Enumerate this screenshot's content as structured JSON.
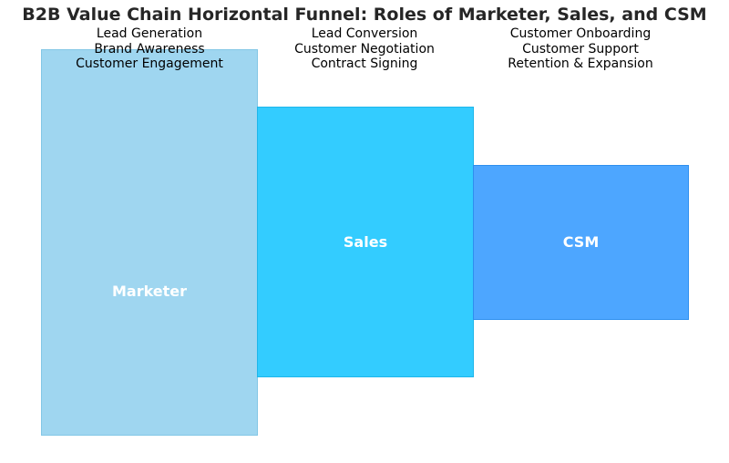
{
  "title": "B2B Value Chain Horizontal Funnel: Roles of Marketer, Sales, and CSM",
  "stages": [
    {
      "name": "Marketer",
      "fill": "#9fd6f0",
      "border": "#83c7e6",
      "roles": [
        "Lead Generation",
        "Brand Awareness",
        "Customer Engagement"
      ]
    },
    {
      "name": "Sales",
      "fill": "#33ccff",
      "border": "#1fb6ea",
      "roles": [
        "Lead Conversion",
        "Customer Negotiation",
        "Contract Signing"
      ]
    },
    {
      "name": "CSM",
      "fill": "#4da6ff",
      "border": "#2e8fee",
      "roles": [
        "Customer Onboarding",
        "Customer Support",
        "Retention & Expansion"
      ]
    }
  ]
}
